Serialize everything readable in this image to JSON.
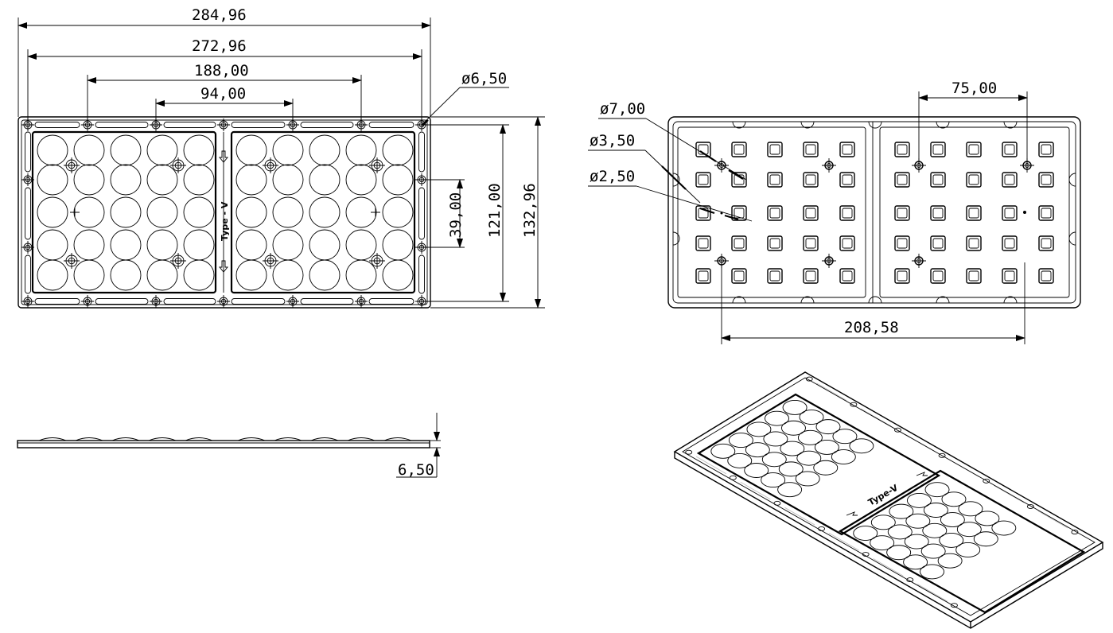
{
  "drawing": {
    "dimensions": {
      "overall_length": "284,96",
      "inner_length": "272,96",
      "hole_span_outer": "188,00",
      "hole_span_inner": "94,00",
      "hole_diameter_outer": "ø6,50",
      "pitch_vertical": "39,00",
      "inner_height": "121,00",
      "overall_height": "132,96",
      "thickness": "6,50",
      "back_hole_a": "ø7,00",
      "back_hole_b": "ø3,50",
      "back_hole_c": "ø2,50",
      "back_span_small": "75,00",
      "back_span_large": "208,58"
    },
    "marking": "Type - V",
    "iso_marking": "Type-V",
    "colors": {
      "line": "#000000",
      "background": "#ffffff"
    }
  }
}
